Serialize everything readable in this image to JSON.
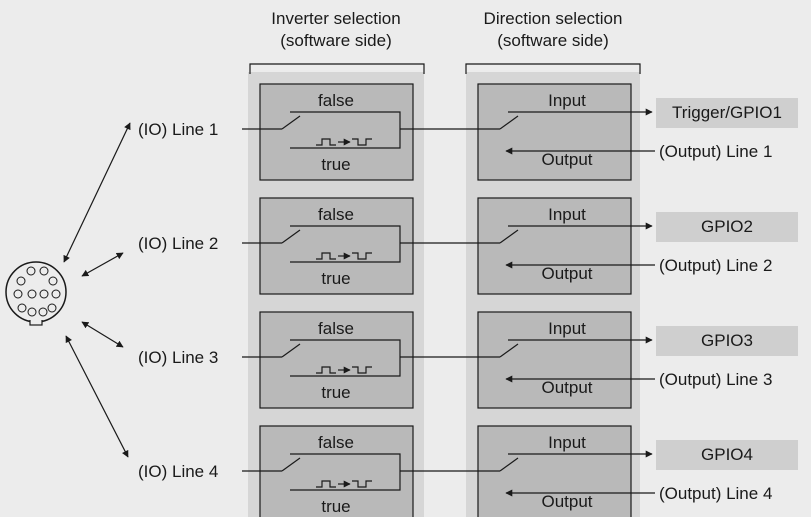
{
  "headers": {
    "inverter": [
      "Inverter selection",
      "(software side)"
    ],
    "direction": [
      "Direction selection",
      "(software side)"
    ]
  },
  "lines": [
    {
      "io_label": "(IO) Line 1",
      "false_label": "false",
      "true_label": "true",
      "input_label": "Input",
      "output_label": "Output",
      "gpio_label": "Trigger/GPIO1",
      "output_line_label": "(Output) Line 1"
    },
    {
      "io_label": "(IO) Line 2",
      "false_label": "false",
      "true_label": "true",
      "input_label": "Input",
      "output_label": "Output",
      "gpio_label": "GPIO2",
      "output_line_label": "(Output) Line 2"
    },
    {
      "io_label": "(IO) Line 3",
      "false_label": "false",
      "true_label": "true",
      "input_label": "Input",
      "output_label": "Output",
      "gpio_label": "GPIO3",
      "output_line_label": "(Output) Line 3"
    },
    {
      "io_label": "(IO) Line 4",
      "false_label": "false",
      "true_label": "true",
      "input_label": "Input",
      "output_label": "Output",
      "gpio_label": "GPIO4",
      "output_line_label": "(Output) Line 4"
    }
  ],
  "colors": {
    "background": "#ececec",
    "column_band": "#d6d6d6",
    "box_fill": "#b9b9b9",
    "gpio_fill": "#cfcfcf",
    "stroke": "#1a1a1a"
  }
}
